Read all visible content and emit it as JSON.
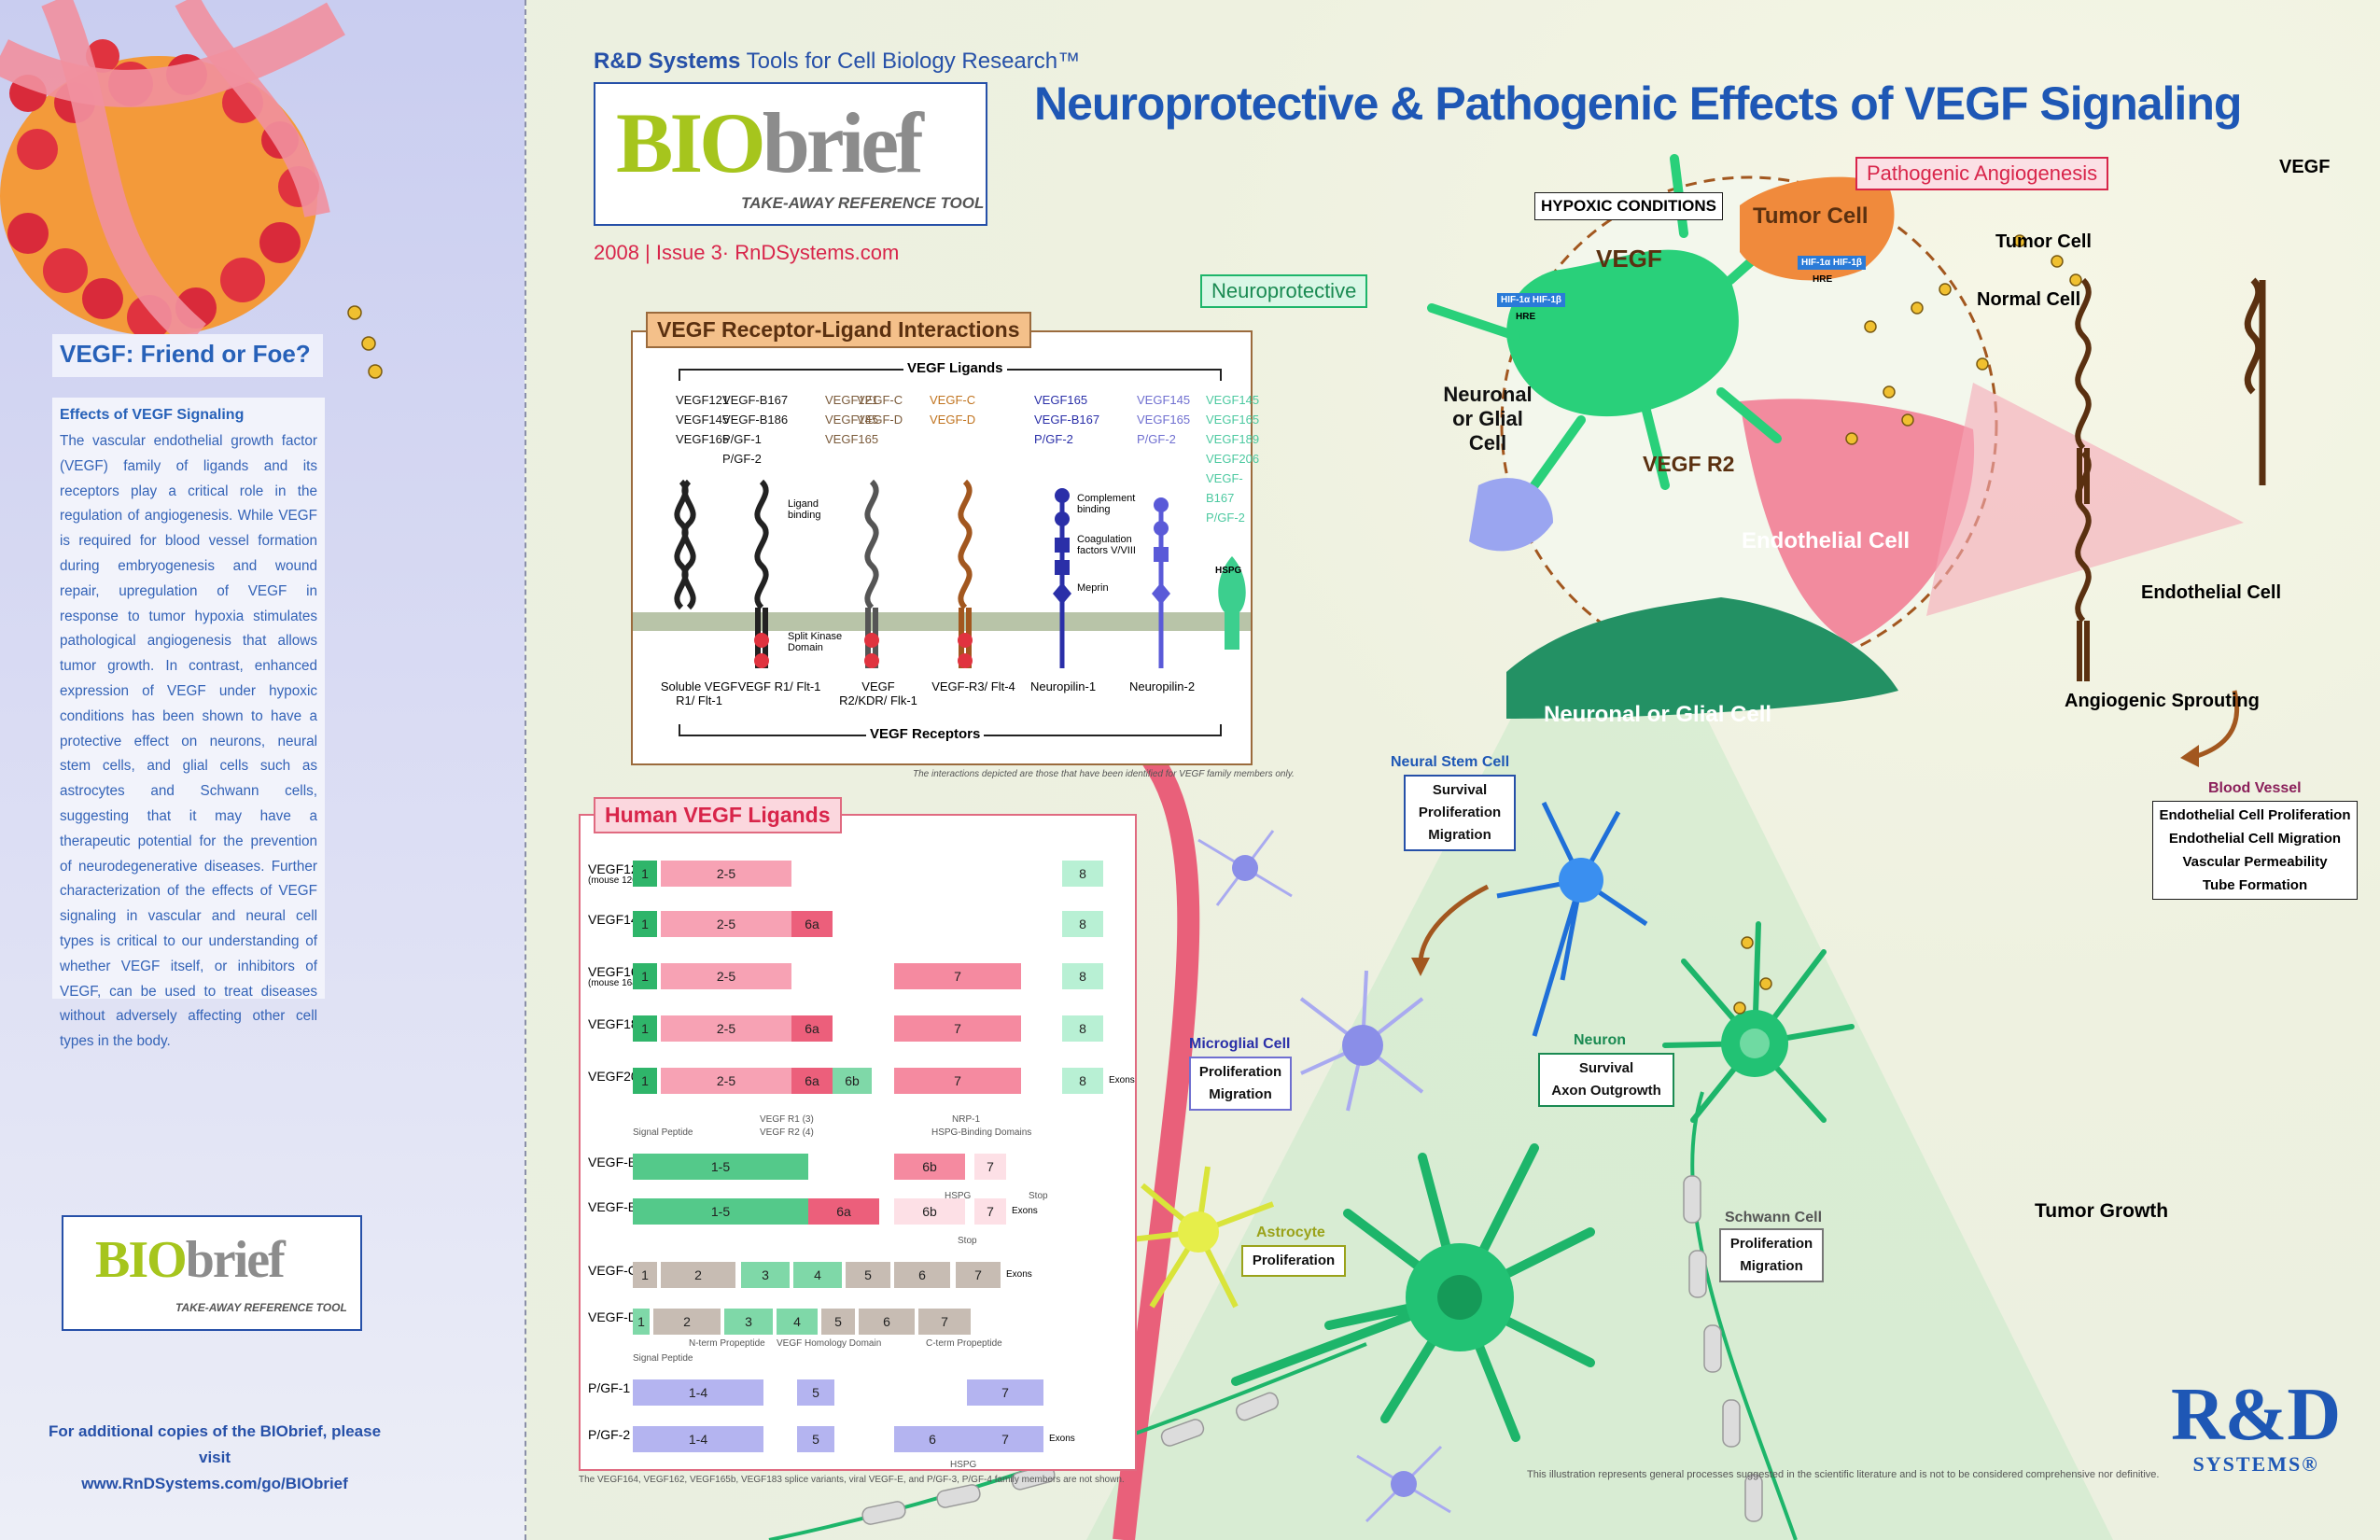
{
  "header": {
    "rd_systems": "R&D Systems",
    "tagline": "Tools for Cell Biology Research™",
    "bio": "BIO",
    "brief": "brief",
    "takeaway": "TAKE-AWAY REFERENCE TOOL",
    "issue": "2008 | Issue 3· RnDSystems.com",
    "title": "Neuroprotective & Pathogenic Effects of VEGF Signaling"
  },
  "left_panel": {
    "friend_title": "VEGF: Friend or Foe?",
    "effects_heading": "Effects of VEGF Signaling",
    "effects_body": "The vascular endothelial growth factor (VEGF) family of ligands and its receptors play a critical role in the regulation of angiogenesis. While VEGF is required for blood vessel formation during embryogenesis and wound repair, upregulation of VEGF in response to tumor hypoxia stimulates pathological angiogenesis that allows tumor growth. In contrast, enhanced expression of VEGF under hypoxic conditions has been shown to have a protective effect on neurons, neural stem cells, and glial cells such as astrocytes and Schwann cells, suggesting that it may have a therapeutic potential for the prevention of neurodegenerative diseases. Further characterization of the effects of VEGF signaling in vascular and neural cell types is critical to our understanding of whether VEGF itself, or inhibitors of VEGF, can be used to treat diseases without adversely affecting other cell types in the body.",
    "copies_line1": "For additional copies of the BIObrief, please visit",
    "copies_line2": "www.RnDSystems.com/go/BIObrief"
  },
  "receptor_panel": {
    "title": "VEGF Receptor-Ligand Interactions",
    "ligands_label": "VEGF Ligands",
    "receptors_label": "VEGF Receptors",
    "footnote": "The interactions depicted are those that have been identified for VEGF family members only.",
    "ligand_groups": [
      {
        "lines": [
          "VEGF121",
          "VEGF145",
          "VEGF165"
        ],
        "color": "#111"
      },
      {
        "lines": [
          "VEGF-B167",
          "VEGF-B186",
          "P/GF-1",
          "P/GF-2"
        ],
        "color": "#111"
      },
      {
        "lines": [
          "VEGF121",
          "VEGF145",
          "VEGF165"
        ],
        "color": "#7a5a3a"
      },
      {
        "lines": [
          "VEGF-C",
          "VEGF-D"
        ],
        "color": "#7a5a3a"
      },
      {
        "lines": [
          "VEGF-C",
          "VEGF-D"
        ],
        "color": "#c0731e"
      },
      {
        "lines": [
          "VEGF165",
          "VEGF-B167",
          "P/GF-2"
        ],
        "color": "#2a2fa8"
      },
      {
        "lines": [
          "VEGF145",
          "VEGF165",
          "P/GF-2"
        ],
        "color": "#6f6fd0"
      },
      {
        "lines": [
          "VEGF145",
          "VEGF165",
          "VEGF189",
          "VEGF206",
          "VEGF-B167",
          "P/GF-2"
        ],
        "color": "#4cc9a0"
      }
    ],
    "annotations": {
      "ligand_binding": "Ligand binding",
      "split_kinase": "Split Kinase Domain",
      "complement": "Complement binding",
      "coagulation": "Coagulation factors V/VIII",
      "meprin": "Meprin",
      "hspg": "HSPG"
    },
    "receptors": [
      "Soluble VEGF R1/ Flt-1",
      "VEGF R1/ Flt-1",
      "VEGF R2/KDR/ Flk-1",
      "VEGF-R3/ Flt-4",
      "Neuropilin-1",
      "Neuropilin-2"
    ]
  },
  "ligand_panel": {
    "title": "Human VEGF Ligands",
    "footnote": "The VEGF164, VEGF162, VEGF165b, VEGF183 splice variants, viral VEGF-E, and P/GF-3, P/GF-4 family members are not shown.",
    "rows": [
      {
        "name": "VEGF121",
        "sub": "(mouse 120)",
        "exons": [
          {
            "t": "1",
            "c": "#2fb56a"
          },
          {
            "t": "2-5",
            "c": "#f7a2b4"
          },
          {
            "t": "8",
            "c": "#b8f0d4"
          }
        ]
      },
      {
        "name": "VEGF145",
        "sub": "",
        "exons": [
          {
            "t": "1",
            "c": "#2fb56a"
          },
          {
            "t": "2-5",
            "c": "#f7a2b4"
          },
          {
            "t": "6a",
            "c": "#ec5f7b"
          },
          {
            "t": "8",
            "c": "#b8f0d4"
          }
        ]
      },
      {
        "name": "VEGF165",
        "sub": "(mouse 164)",
        "exons": [
          {
            "t": "1",
            "c": "#2fb56a"
          },
          {
            "t": "2-5",
            "c": "#f7a2b4"
          },
          {
            "t": "7",
            "c": "#f58aa0"
          },
          {
            "t": "8",
            "c": "#b8f0d4"
          }
        ]
      },
      {
        "name": "VEGF189",
        "sub": "",
        "exons": [
          {
            "t": "1",
            "c": "#2fb56a"
          },
          {
            "t": "2-5",
            "c": "#f7a2b4"
          },
          {
            "t": "6a",
            "c": "#ec5f7b"
          },
          {
            "t": "7",
            "c": "#f58aa0"
          },
          {
            "t": "8",
            "c": "#b8f0d4"
          }
        ]
      },
      {
        "name": "VEGF206",
        "sub": "",
        "exons": [
          {
            "t": "1",
            "c": "#2fb56a"
          },
          {
            "t": "2-5",
            "c": "#f7a2b4"
          },
          {
            "t": "6a",
            "c": "#ec5f7b"
          },
          {
            "t": "6b",
            "c": "#7fd8a8"
          },
          {
            "t": "7",
            "c": "#f58aa0"
          },
          {
            "t": "8",
            "c": "#b8f0d4"
          }
        ],
        "after": "Exons"
      },
      {
        "name": "VEGF-B167",
        "sub": "",
        "exons": [
          {
            "t": "1-5",
            "c": "#54c98a"
          },
          {
            "t": "6b",
            "c": "#f58aa0"
          },
          {
            "t": "7",
            "c": "#fde0e6"
          }
        ]
      },
      {
        "name": "VEGF-B186",
        "sub": "",
        "exons": [
          {
            "t": "1-5",
            "c": "#54c98a"
          },
          {
            "t": "6a",
            "c": "#ec5f7b"
          },
          {
            "t": "6b",
            "c": "#fde0e6"
          },
          {
            "t": "7",
            "c": "#fde0e6"
          }
        ],
        "after": "Exons"
      },
      {
        "name": "VEGF-C",
        "sub": "",
        "exons": [
          {
            "t": "1",
            "c": "#c7bcb3"
          },
          {
            "t": "2",
            "c": "#c7bcb3"
          },
          {
            "t": "3",
            "c": "#7fd8a8"
          },
          {
            "t": "4",
            "c": "#7fd8a8"
          },
          {
            "t": "5",
            "c": "#c7bcb3"
          },
          {
            "t": "6",
            "c": "#c7bcb3"
          },
          {
            "t": "7",
            "c": "#c7bcb3"
          }
        ],
        "after": "Exons"
      },
      {
        "name": "VEGF-D",
        "sub": "",
        "exons": [
          {
            "t": "1",
            "c": "#7fd8a8"
          },
          {
            "t": "2",
            "c": "#c7bcb3"
          },
          {
            "t": "3",
            "c": "#7fd8a8"
          },
          {
            "t": "4",
            "c": "#7fd8a8"
          },
          {
            "t": "5",
            "c": "#c7bcb3"
          },
          {
            "t": "6",
            "c": "#c7bcb3"
          },
          {
            "t": "7",
            "c": "#c7bcb3"
          }
        ]
      },
      {
        "name": "P/GF-1",
        "sub": "",
        "exons": [
          {
            "t": "1-4",
            "c": "#b4b4f0"
          },
          {
            "t": "5",
            "c": "#b4b4f0"
          },
          {
            "t": "7",
            "c": "#b4b4f0"
          }
        ]
      },
      {
        "name": "P/GF-2",
        "sub": "",
        "exons": [
          {
            "t": "1-4",
            "c": "#b4b4f0"
          },
          {
            "t": "5",
            "c": "#b4b4f0"
          },
          {
            "t": "6",
            "c": "#b4b4f0"
          },
          {
            "t": "7",
            "c": "#b4b4f0"
          }
        ],
        "after": "Exons"
      }
    ],
    "annotations": {
      "signal_peptide": "Signal Peptide",
      "vegf_r1": "VEGF R1 (3)",
      "vegf_r2": "VEGF R2 (4)",
      "nrp1": "NRP-1",
      "hspg_domains": "HSPG-Binding Domains",
      "hspg": "HSPG",
      "stop": "Stop",
      "n_term": "N-term Propeptide",
      "homology": "VEGF Homology Domain",
      "c_term": "C-term Propeptide"
    }
  },
  "diagram": {
    "hypoxic": "HYPOXIC CONDITIONS",
    "vegf": "VEGF",
    "tumor_cell": "Tumor Cell",
    "neuronal_glial": "Neuronal or Glial Cell",
    "vegf_r2": "VEGF R2",
    "endothelial_cell": "Endothelial Cell",
    "neuronal_glial_big": "Neuronal or Glial Cell",
    "neuroprotective": "Neuroprotective",
    "pathogenic": "Pathogenic Angiogenesis",
    "hif1": "HIF-1α HIF-1β",
    "hre": "HRE",
    "tumor_labels": {
      "vegf": "VEGF",
      "tumor_cell": "Tumor Cell",
      "normal_cell": "Normal Cell",
      "endothelial": "Endothelial Cell"
    },
    "angiogenic_sprouting": "Angiogenic Sprouting",
    "blood_vessel": "Blood Vessel",
    "blood_vessel_effects": [
      "Endothelial Cell Proliferation",
      "Endothelial Cell Migration",
      "Vascular Permeability",
      "Tube Formation"
    ],
    "tumor_growth": "Tumor Growth",
    "neural_stem": {
      "title": "Neural Stem Cell",
      "effects": [
        "Survival",
        "Proliferation",
        "Migration"
      ]
    },
    "microglial": {
      "title": "Microglial Cell",
      "effects": [
        "Proliferation",
        "Migration"
      ]
    },
    "neuron": {
      "title": "Neuron",
      "effects": [
        "Survival",
        "Axon Outgrowth"
      ]
    },
    "astrocyte": {
      "title": "Astrocyte",
      "effects": [
        "Proliferation"
      ]
    },
    "schwann": {
      "title": "Schwann Cell",
      "effects": [
        "Proliferation",
        "Migration"
      ]
    },
    "disclaimer": "This illustration represents general processes suggested in the scientific literature and is not to be considered comprehensive nor definitive.",
    "logo_rd": "R&D",
    "logo_systems": "SYSTEMS®"
  },
  "colors": {
    "title_blue": "#1e57b5",
    "bio_green": "#a6c51d",
    "brief_gray": "#8c8c8c",
    "neuro_green": "#1db56a",
    "patho_red": "#d8254a",
    "vessel_pink": "#e9607a"
  }
}
